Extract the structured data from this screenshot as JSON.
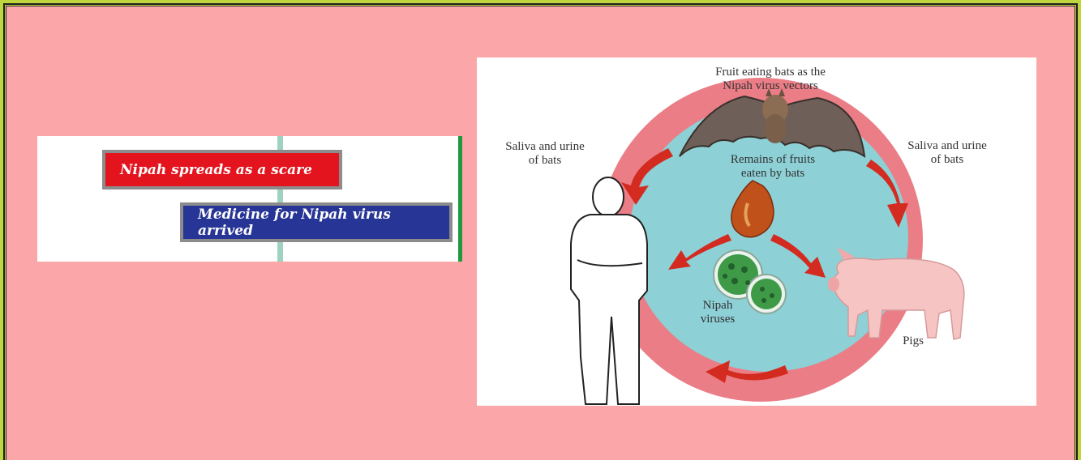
{
  "headlines": {
    "first": "Nipah spreads as a scare",
    "second": "Medicine for Nipah virus arrived"
  },
  "diagram": {
    "bats_label": "Fruit eating bats as the\nNipah virus vectors",
    "saliva_left": "Saliva and urine\nof bats",
    "saliva_right": "Saliva and urine\nof bats",
    "remains_label": "Remains of fruits\neaten by bats",
    "viruses_label": "Nipah\nviruses",
    "pigs_label": "Pigs",
    "caption": ""
  },
  "colors": {
    "slide_background": "#fba6a9",
    "frame": "#bfd63e",
    "headline_red": "#e3141e",
    "headline_blue": "#263596",
    "cycle_outer": "#ea7d86",
    "cycle_inner": "#8dd0d6",
    "arrow": "#d32b1f"
  },
  "icons": [
    "bat-icon",
    "fruit-icon",
    "virus-icon",
    "human-icon",
    "pig-icon",
    "cycle-arrow-icon"
  ]
}
